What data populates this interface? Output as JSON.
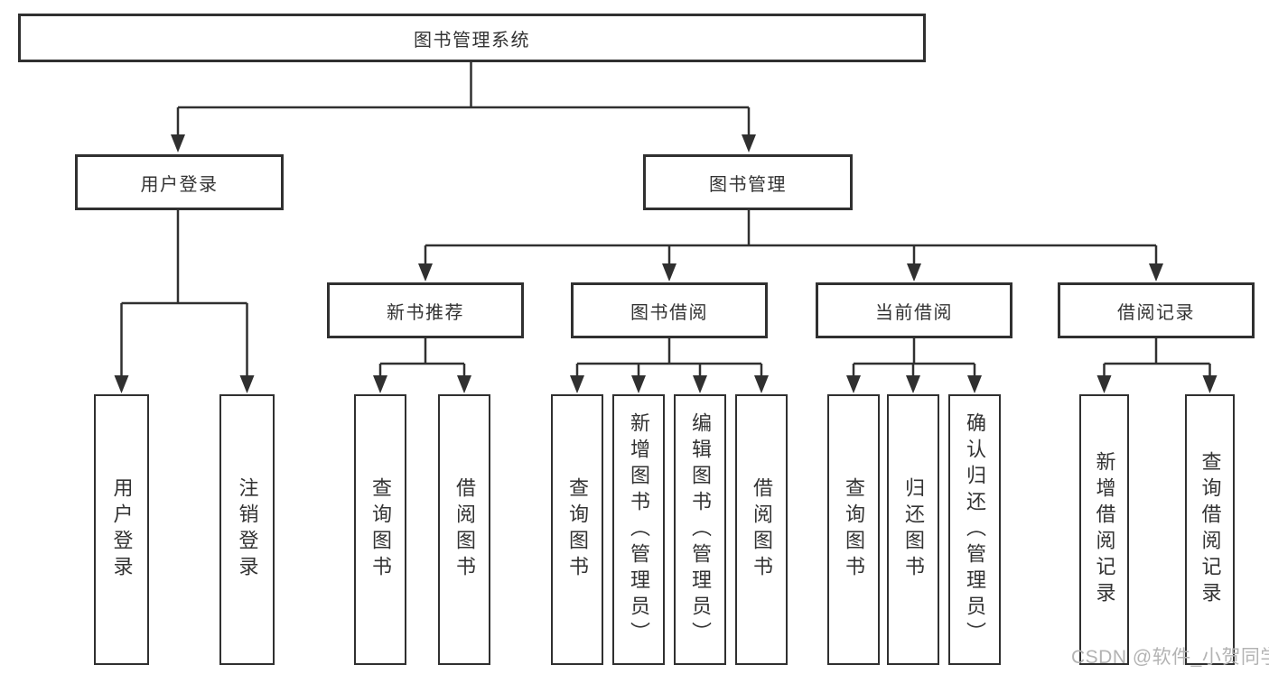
{
  "tree": {
    "label": "图书管理系统",
    "children": [
      {
        "label": "用户登录",
        "children": [
          {
            "label": "用户登录"
          },
          {
            "label": "注销登录"
          }
        ]
      },
      {
        "label": "图书管理",
        "children": [
          {
            "label": "新书推荐",
            "children": [
              {
                "label": "查询图书"
              },
              {
                "label": "借阅图书"
              }
            ]
          },
          {
            "label": "图书借阅",
            "children": [
              {
                "label": "查询图书"
              },
              {
                "label": "新增图书（管理员）"
              },
              {
                "label": "编辑图书（管理员）"
              },
              {
                "label": "借阅图书"
              }
            ]
          },
          {
            "label": "当前借阅",
            "children": [
              {
                "label": "查询图书"
              },
              {
                "label": "归还图书"
              },
              {
                "label": "确认归还（管理员）"
              }
            ]
          },
          {
            "label": "借阅记录",
            "children": [
              {
                "label": "新增借阅记录"
              },
              {
                "label": "查询借阅记录"
              }
            ]
          }
        ]
      }
    ]
  },
  "watermark": {
    "text": "CSDN @软件_小贺同学"
  },
  "colors": {
    "line": "#303030",
    "text": "#333333",
    "watermark": "#b3b3b3",
    "background": "#ffffff"
  }
}
